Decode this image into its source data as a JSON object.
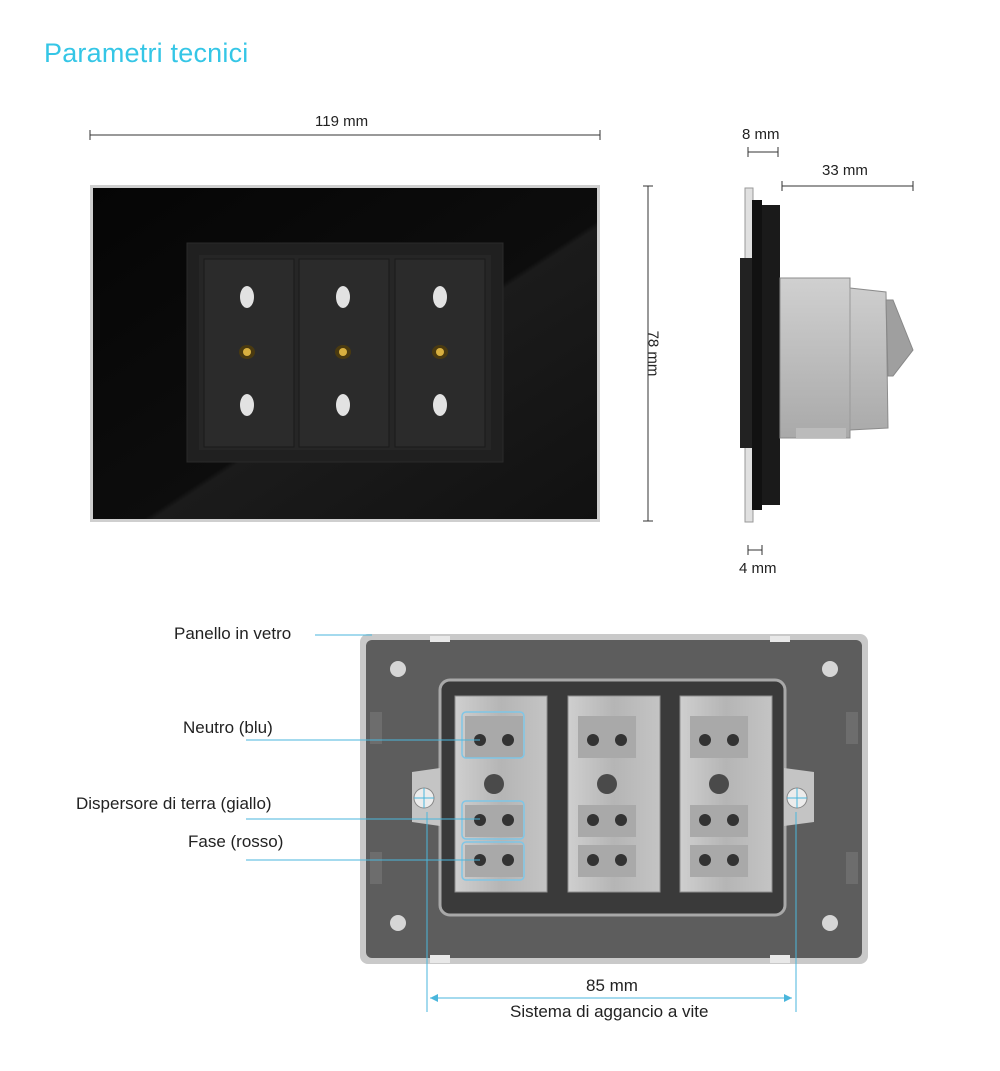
{
  "title": "Parametri tecnici",
  "dimensions": {
    "width": "119 mm",
    "height": "78 mm",
    "glass_thickness": "8 mm",
    "depth": "33 mm",
    "frame_thickness": "4 mm",
    "screw_distance": "85 mm"
  },
  "labels": {
    "glass_panel": "Panello in vetro",
    "neutral": "Neutro (blu)",
    "earth": "Dispersore di terra (giallo)",
    "phase": "Fase (rosso)",
    "screw_system": "Sistema di aggancio a vite"
  },
  "colors": {
    "title": "#35c6e6",
    "leader_lines": "#4ab6dc",
    "panel": "#0b0b0b",
    "back_frame": "#5c5c5c",
    "module": "#b9b9b9"
  },
  "sockets": {
    "count": 3
  }
}
